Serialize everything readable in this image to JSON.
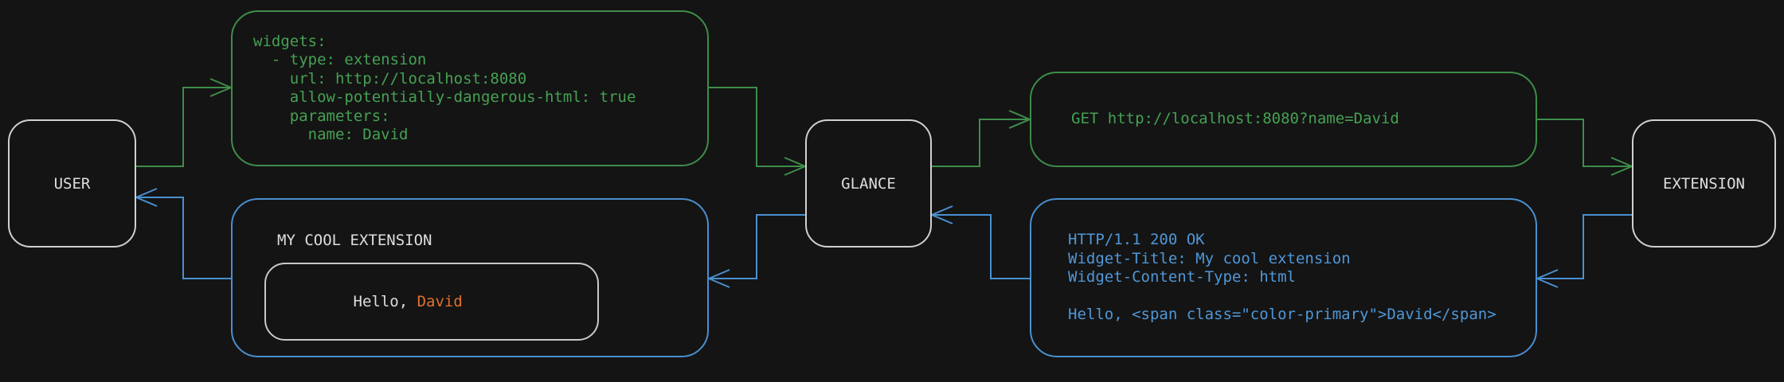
{
  "colors": {
    "bg": "#141414",
    "green": "#3e8d49",
    "green_text": "#45a153",
    "blue": "#4a8fd0",
    "blue_text": "#4f97d8",
    "orange": "#e0722e",
    "text": "#dedede",
    "node_border": "#d0d0d0",
    "inner_border": "#c8c8c8"
  },
  "nodes": {
    "user": {
      "label": "USER"
    },
    "glance": {
      "label": "GLANCE"
    },
    "extension": {
      "label": "EXTENSION"
    }
  },
  "messages": {
    "config_yaml": {
      "code": "widgets:\n  - type: extension\n    url: http://localhost:8080\n    allow-potentially-dangerous-html: true\n    parameters:\n      name: David"
    },
    "request": {
      "code": "GET http://localhost:8080?name=David"
    },
    "response": {
      "code": "HTTP/1.1 200 OK\nWidget-Title: My cool extension\nWidget-Content-Type: html\n\nHello, <span class=\"color-primary\">David</span>"
    },
    "widget_preview": {
      "title": "MY COOL EXTENSION",
      "greeting_prefix": "Hello, ",
      "greeting_name": "David"
    }
  }
}
